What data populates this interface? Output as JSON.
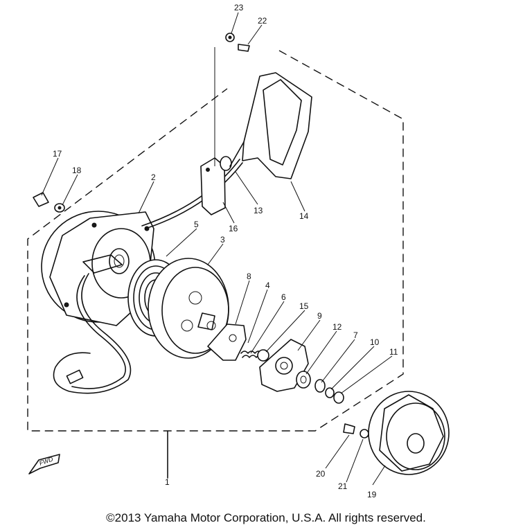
{
  "callouts": {
    "c1": "1",
    "c2": "2",
    "c3": "3",
    "c4": "4",
    "c5": "5",
    "c6": "6",
    "c7": "7",
    "c8": "8",
    "c9": "9",
    "c10": "10",
    "c11": "11",
    "c12": "12",
    "c13": "13",
    "c14": "14",
    "c15": "15",
    "c16": "16",
    "c17": "17",
    "c18": "18",
    "c19": "19",
    "c20": "20",
    "c21": "21",
    "c22": "22",
    "c23": "23"
  },
  "fwd_label": "FWD",
  "copyright": "©2013 Yamaha Motor Corporation, U.S.A. All rights reserved."
}
